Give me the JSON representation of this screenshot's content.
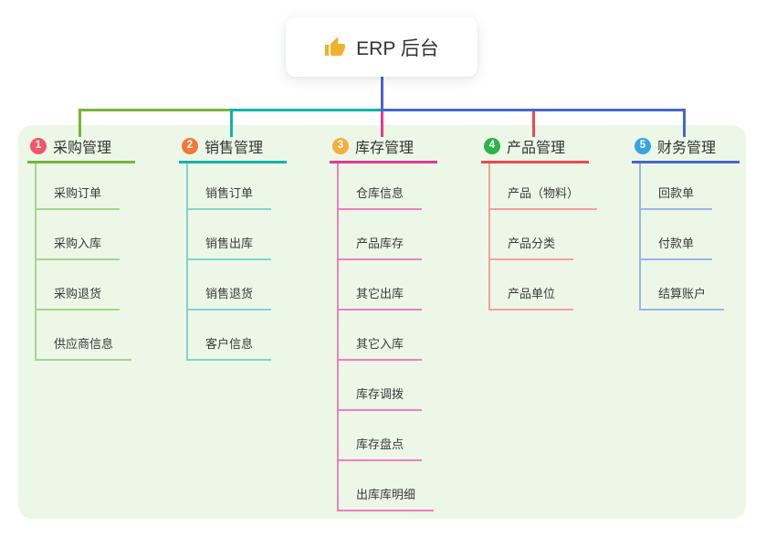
{
  "title_card": {
    "icon": "thumbs-up",
    "label": "ERP 后台"
  },
  "colors": {
    "canvas_bg": "#ffffff",
    "panel_bg": "#ecf7e7",
    "card_bg": "#ffffff",
    "text": "#333333",
    "root_connector": "#4a63c8",
    "thumb_icon": "#f2b129"
  },
  "branches": [
    {
      "num": "1",
      "label": "采购管理",
      "badge_color": "#f25767",
      "line_color": "#76b43e",
      "child_line_color": "#a9d38c",
      "children": [
        "采购订单",
        "采购入库",
        "采购退货",
        "供应商信息"
      ]
    },
    {
      "num": "2",
      "label": "销售管理",
      "badge_color": "#f0793a",
      "line_color": "#12b3a8",
      "child_line_color": "#84d3cb",
      "children": [
        "销售订单",
        "销售出库",
        "销售退货",
        "客户信息"
      ]
    },
    {
      "num": "3",
      "label": "库存管理",
      "badge_color": "#f6ae3d",
      "line_color": "#e03a96",
      "child_line_color": "#ef7ec0",
      "children": [
        "仓库信息",
        "产品库存",
        "其它出库",
        "其它入库",
        "库存调拨",
        "库存盘点",
        "出库库明细"
      ]
    },
    {
      "num": "4",
      "label": "产品管理",
      "badge_color": "#2cb34a",
      "line_color": "#f0474f",
      "child_line_color": "#f89da0",
      "children": [
        "产品（物料）",
        "产品分类",
        "产品单位"
      ]
    },
    {
      "num": "5",
      "label": "财务管理",
      "badge_color": "#35a6dd",
      "line_color": "#4668c8",
      "child_line_color": "#9db3e4",
      "children": [
        "回款单",
        "付款单",
        "结算账户"
      ]
    }
  ]
}
